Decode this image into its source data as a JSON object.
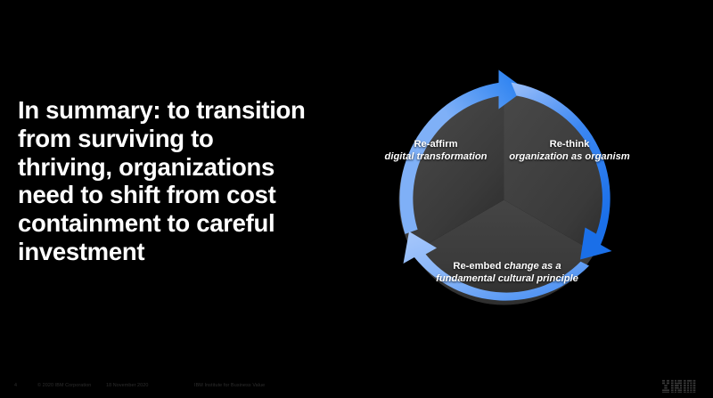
{
  "slide": {
    "background_color": "#000000",
    "headline": "In summary: to transition from surviving to thriving, organizations need to shift from cost containment to careful investment"
  },
  "diagram": {
    "name": "three-stage-cycle",
    "type": "cycle",
    "ring_color_light": "#8ab4f8",
    "ring_color_bright": "#1a73ef",
    "segment_fill": "#3c3c3c",
    "segments": [
      {
        "id": "re-affirm",
        "position": "upper-left",
        "lead": "Re-affirm",
        "body": "digital transformation"
      },
      {
        "id": "re-think",
        "position": "upper-right",
        "lead": "Re-think",
        "body": "organization as organism"
      },
      {
        "id": "re-embed",
        "position": "bottom",
        "lead": "Re-embed",
        "body": "change as a fundamental cultural principle"
      }
    ],
    "arrows": [
      {
        "id": "arrow-top",
        "direction": "clockwise-right"
      },
      {
        "id": "arrow-lower-right",
        "direction": "clockwise-down-left"
      },
      {
        "id": "arrow-lower-left",
        "direction": "clockwise-up-left"
      }
    ]
  },
  "footer": {
    "page_number": "4",
    "copyright": "© 2020 IBM Corporation",
    "date": "18 November 2020",
    "organization": "IBM Institute for Business Value",
    "logo_text": "IBM"
  }
}
